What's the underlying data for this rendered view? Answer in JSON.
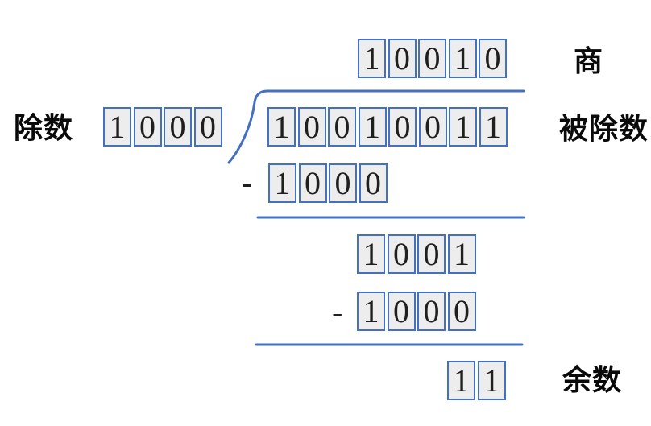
{
  "diagram": {
    "kind": "binary-long-division",
    "labels": {
      "quotient": "商",
      "divisor": "除数",
      "dividend": "被除数",
      "remainder": "余数"
    },
    "rows": {
      "quotient": {
        "digits": [
          "1",
          "0",
          "0",
          "1",
          "0"
        ]
      },
      "divisor": {
        "digits": [
          "1",
          "0",
          "0",
          "0"
        ]
      },
      "dividend": {
        "digits": [
          "1",
          "0",
          "0",
          "1",
          "0",
          "0",
          "1",
          "1"
        ]
      },
      "sub1": {
        "operator": "-",
        "digits": [
          "1",
          "0",
          "0",
          "0"
        ]
      },
      "diff1": {
        "digits": [
          "1",
          "0",
          "0",
          "1"
        ]
      },
      "sub2": {
        "operator": "-",
        "digits": [
          "1",
          "0",
          "0",
          "0"
        ]
      },
      "remainder": {
        "digits": [
          "1",
          "1"
        ]
      }
    },
    "colors": {
      "box_border": "#4470c0",
      "box_fill": "#ededed",
      "line": "#4470c0",
      "digit": "#1f1f1f",
      "label": "#0a0a0a",
      "background": "#ffffff"
    }
  }
}
